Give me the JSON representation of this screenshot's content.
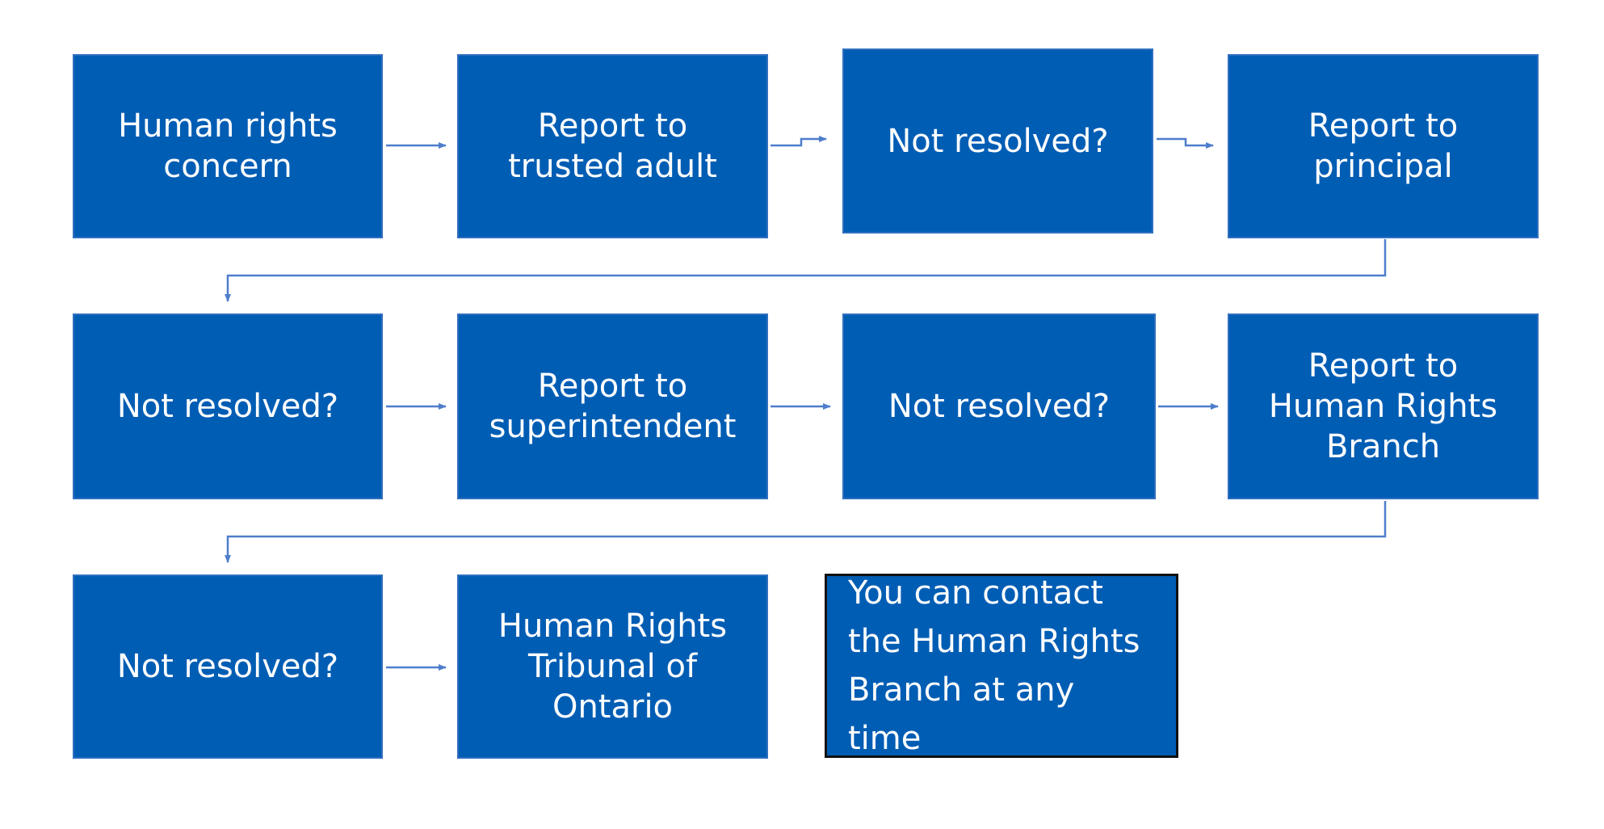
{
  "colors": {
    "box_fill": "#005db4",
    "box_border": "#2f6fbf",
    "note_border": "#111111",
    "text": "#ffffff",
    "connector": "#4e7ecb"
  },
  "nodes": {
    "human_rights_concern": "Human rights concern",
    "report_trusted_adult": "Report to trusted adult",
    "not_resolved_1": "Not resolved?",
    "report_principal": "Report to principal",
    "not_resolved_2": "Not resolved?",
    "report_superintendent": "Report to superintendent",
    "not_resolved_3": "Not resolved?",
    "report_hr_branch": "Report to Human Rights Branch",
    "not_resolved_4": "Not resolved?",
    "tribunal": "Human Rights Tribunal of Ontario",
    "note": "You can contact the Human Rights Branch at any time"
  }
}
